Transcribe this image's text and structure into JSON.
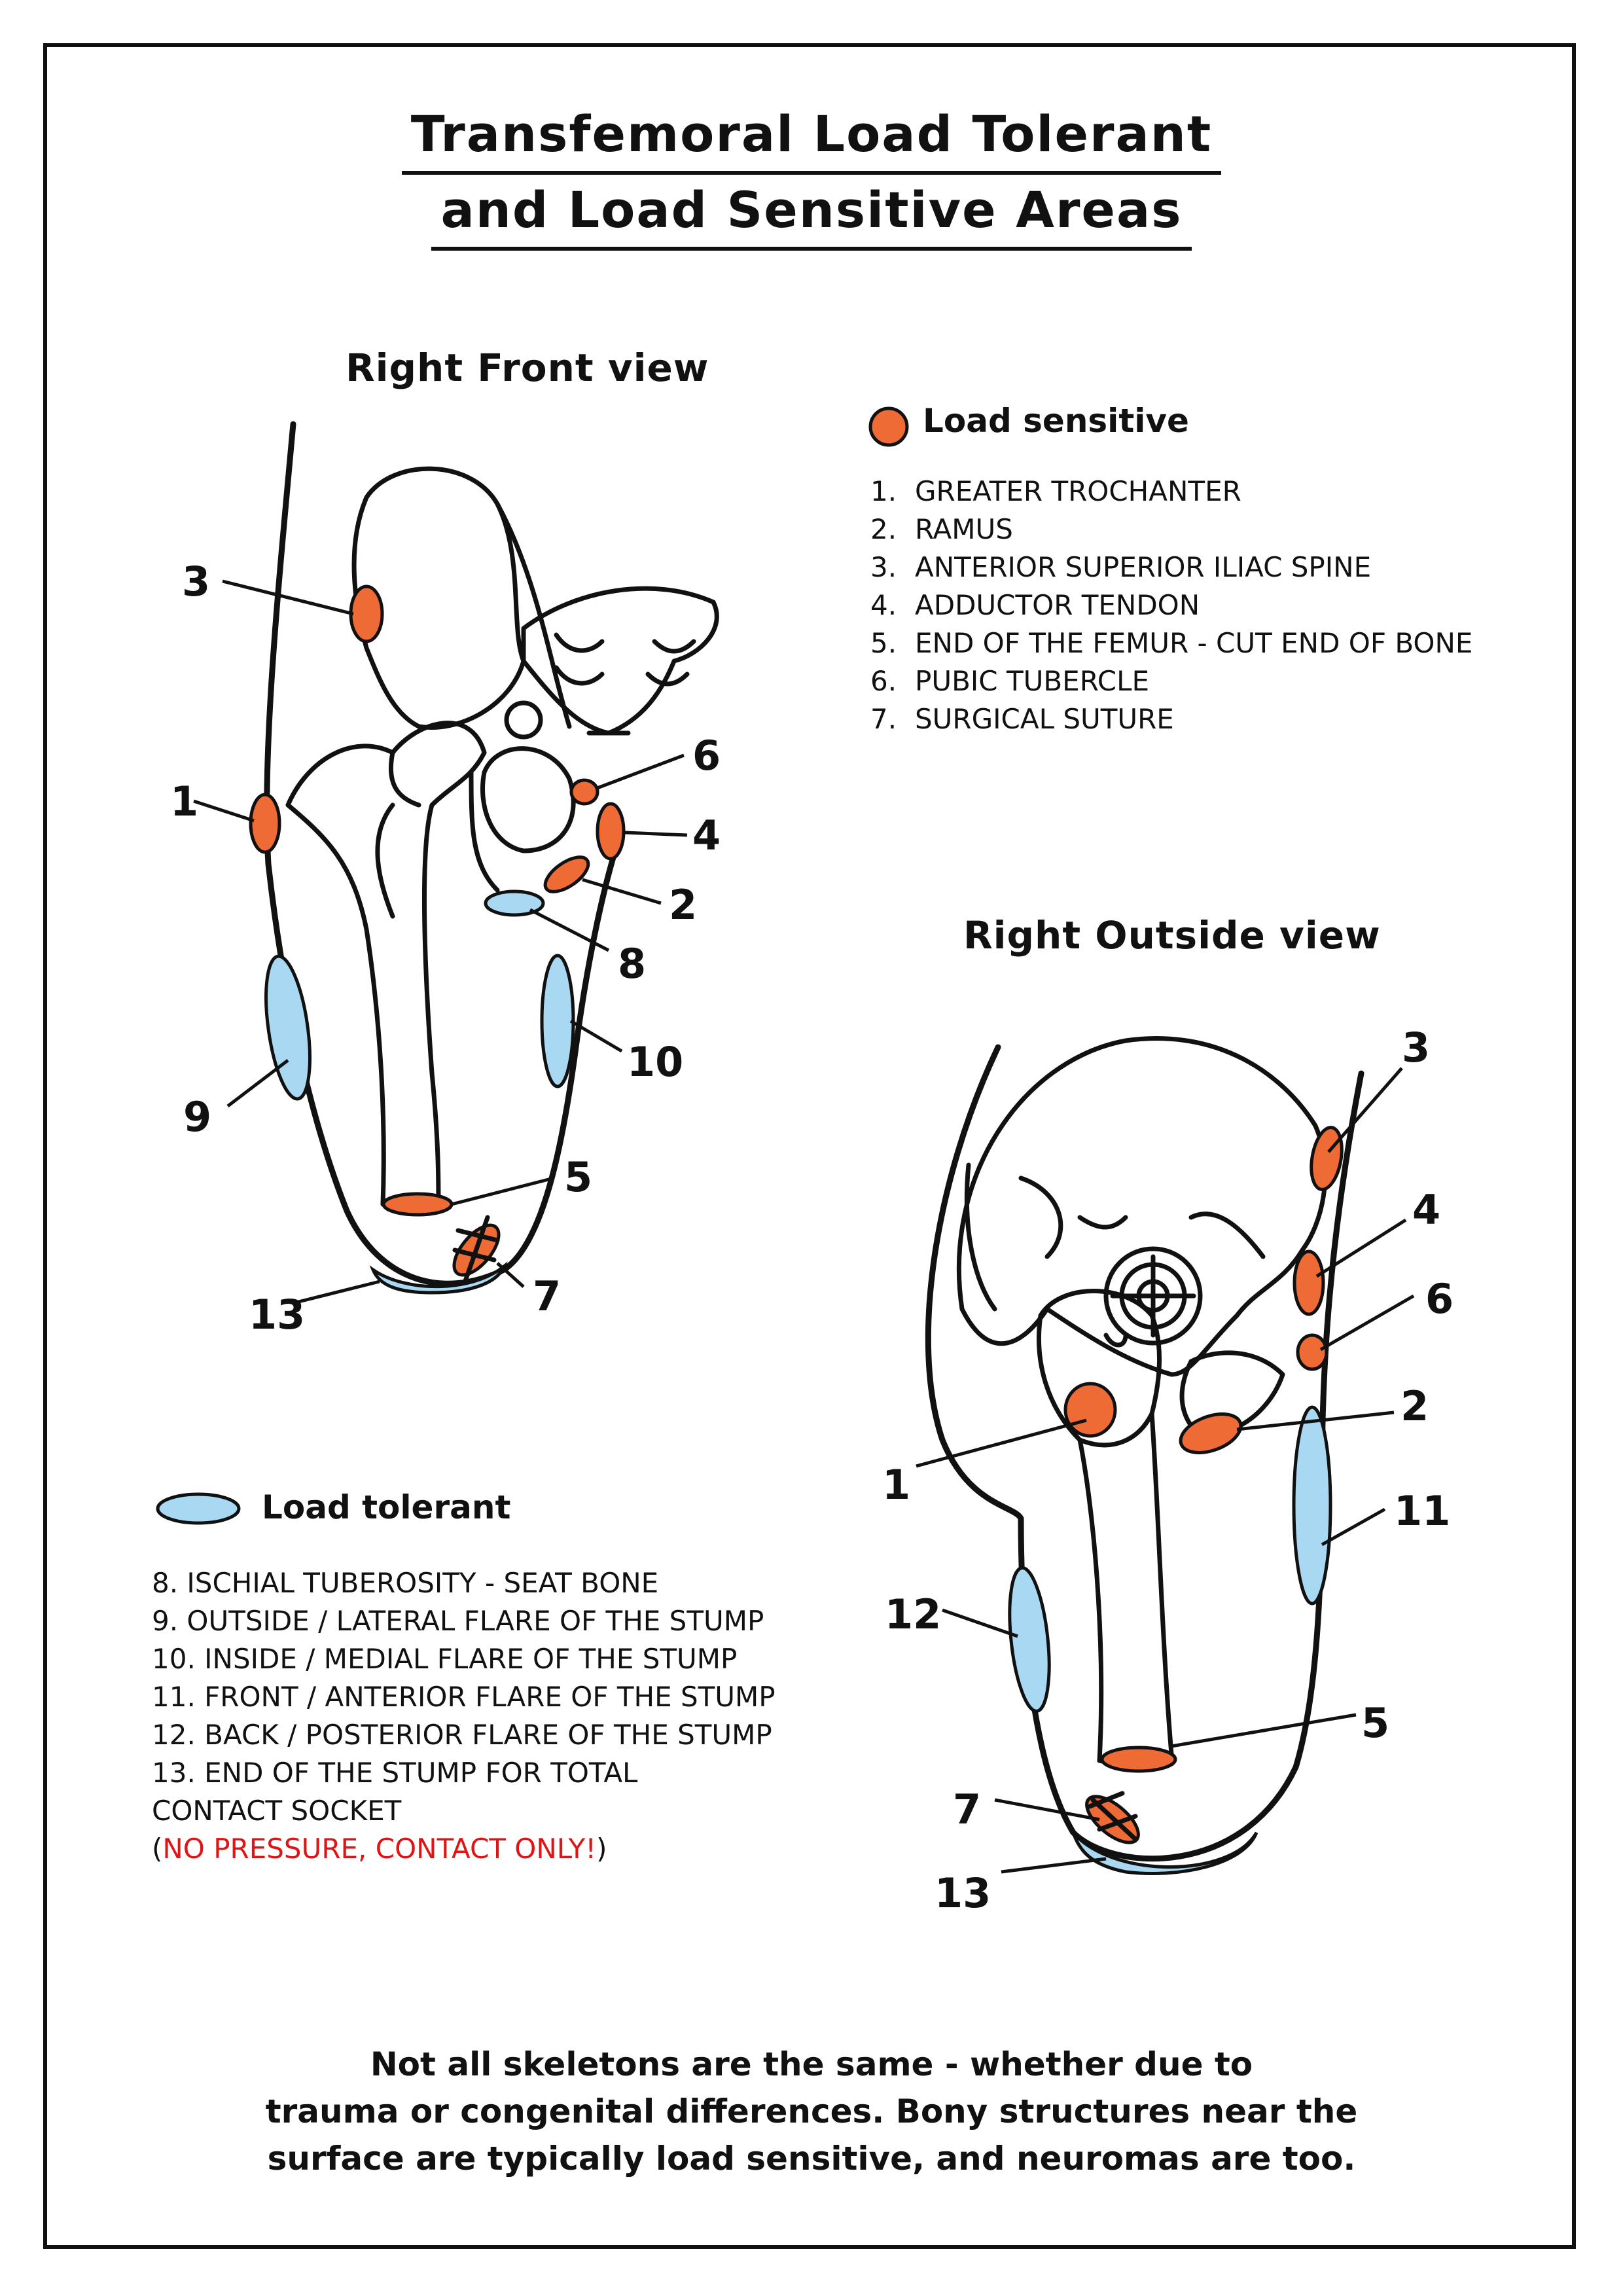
{
  "title": {
    "line1": "Transfemoral Load Tolerant",
    "line2": "and Load Sensitive Areas"
  },
  "front_view": {
    "title": "Right Front view",
    "markers": [
      "3",
      "1",
      "6",
      "4",
      "2",
      "8",
      "9",
      "10",
      "5",
      "13",
      "7"
    ]
  },
  "outside_view": {
    "title": "Right Outside view",
    "markers": [
      "3",
      "4",
      "6",
      "2",
      "1",
      "11",
      "12",
      "5",
      "7",
      "13"
    ]
  },
  "load_sensitive": {
    "title": "Load sensitive",
    "color": "#ef6b35",
    "items": [
      {
        "num": "1.",
        "label": "GREATER TROCHANTER"
      },
      {
        "num": "2.",
        "label": "RAMUS"
      },
      {
        "num": "3.",
        "label": "ANTERIOR SUPERIOR ILIAC SPINE"
      },
      {
        "num": "4.",
        "label": "ADDUCTOR TENDON"
      },
      {
        "num": "5.",
        "label": "END OF THE FEMUR - CUT END OF BONE"
      },
      {
        "num": "6.",
        "label": "PUBIC TUBERCLE"
      },
      {
        "num": "7.",
        "label": "SURGICAL SUTURE"
      }
    ]
  },
  "load_tolerant": {
    "title": "Load tolerant",
    "color": "#a9d8f2",
    "items": [
      "8. ISCHIAL TUBEROSITY - SEAT BONE",
      "9. OUTSIDE / LATERAL FLARE OF THE STUMP",
      "10. INSIDE / MEDIAL FLARE OF THE STUMP",
      "11. FRONT / ANTERIOR FLARE OF THE STUMP",
      "12. BACK / POSTERIOR FLARE OF THE STUMP",
      "13. END OF THE STUMP FOR TOTAL",
      "CONTACT SOCKET"
    ],
    "note_open": "(",
    "note": "NO PRESSURE, CONTACT ONLY!",
    "note_close": ")",
    "note_color": "#e01414"
  },
  "footer": {
    "line1": "Not all skeletons are the same - whether due to",
    "line2": "trauma or congenital differences. Bony structures near the",
    "line3": "surface are typically load sensitive, and neuromas are too."
  }
}
